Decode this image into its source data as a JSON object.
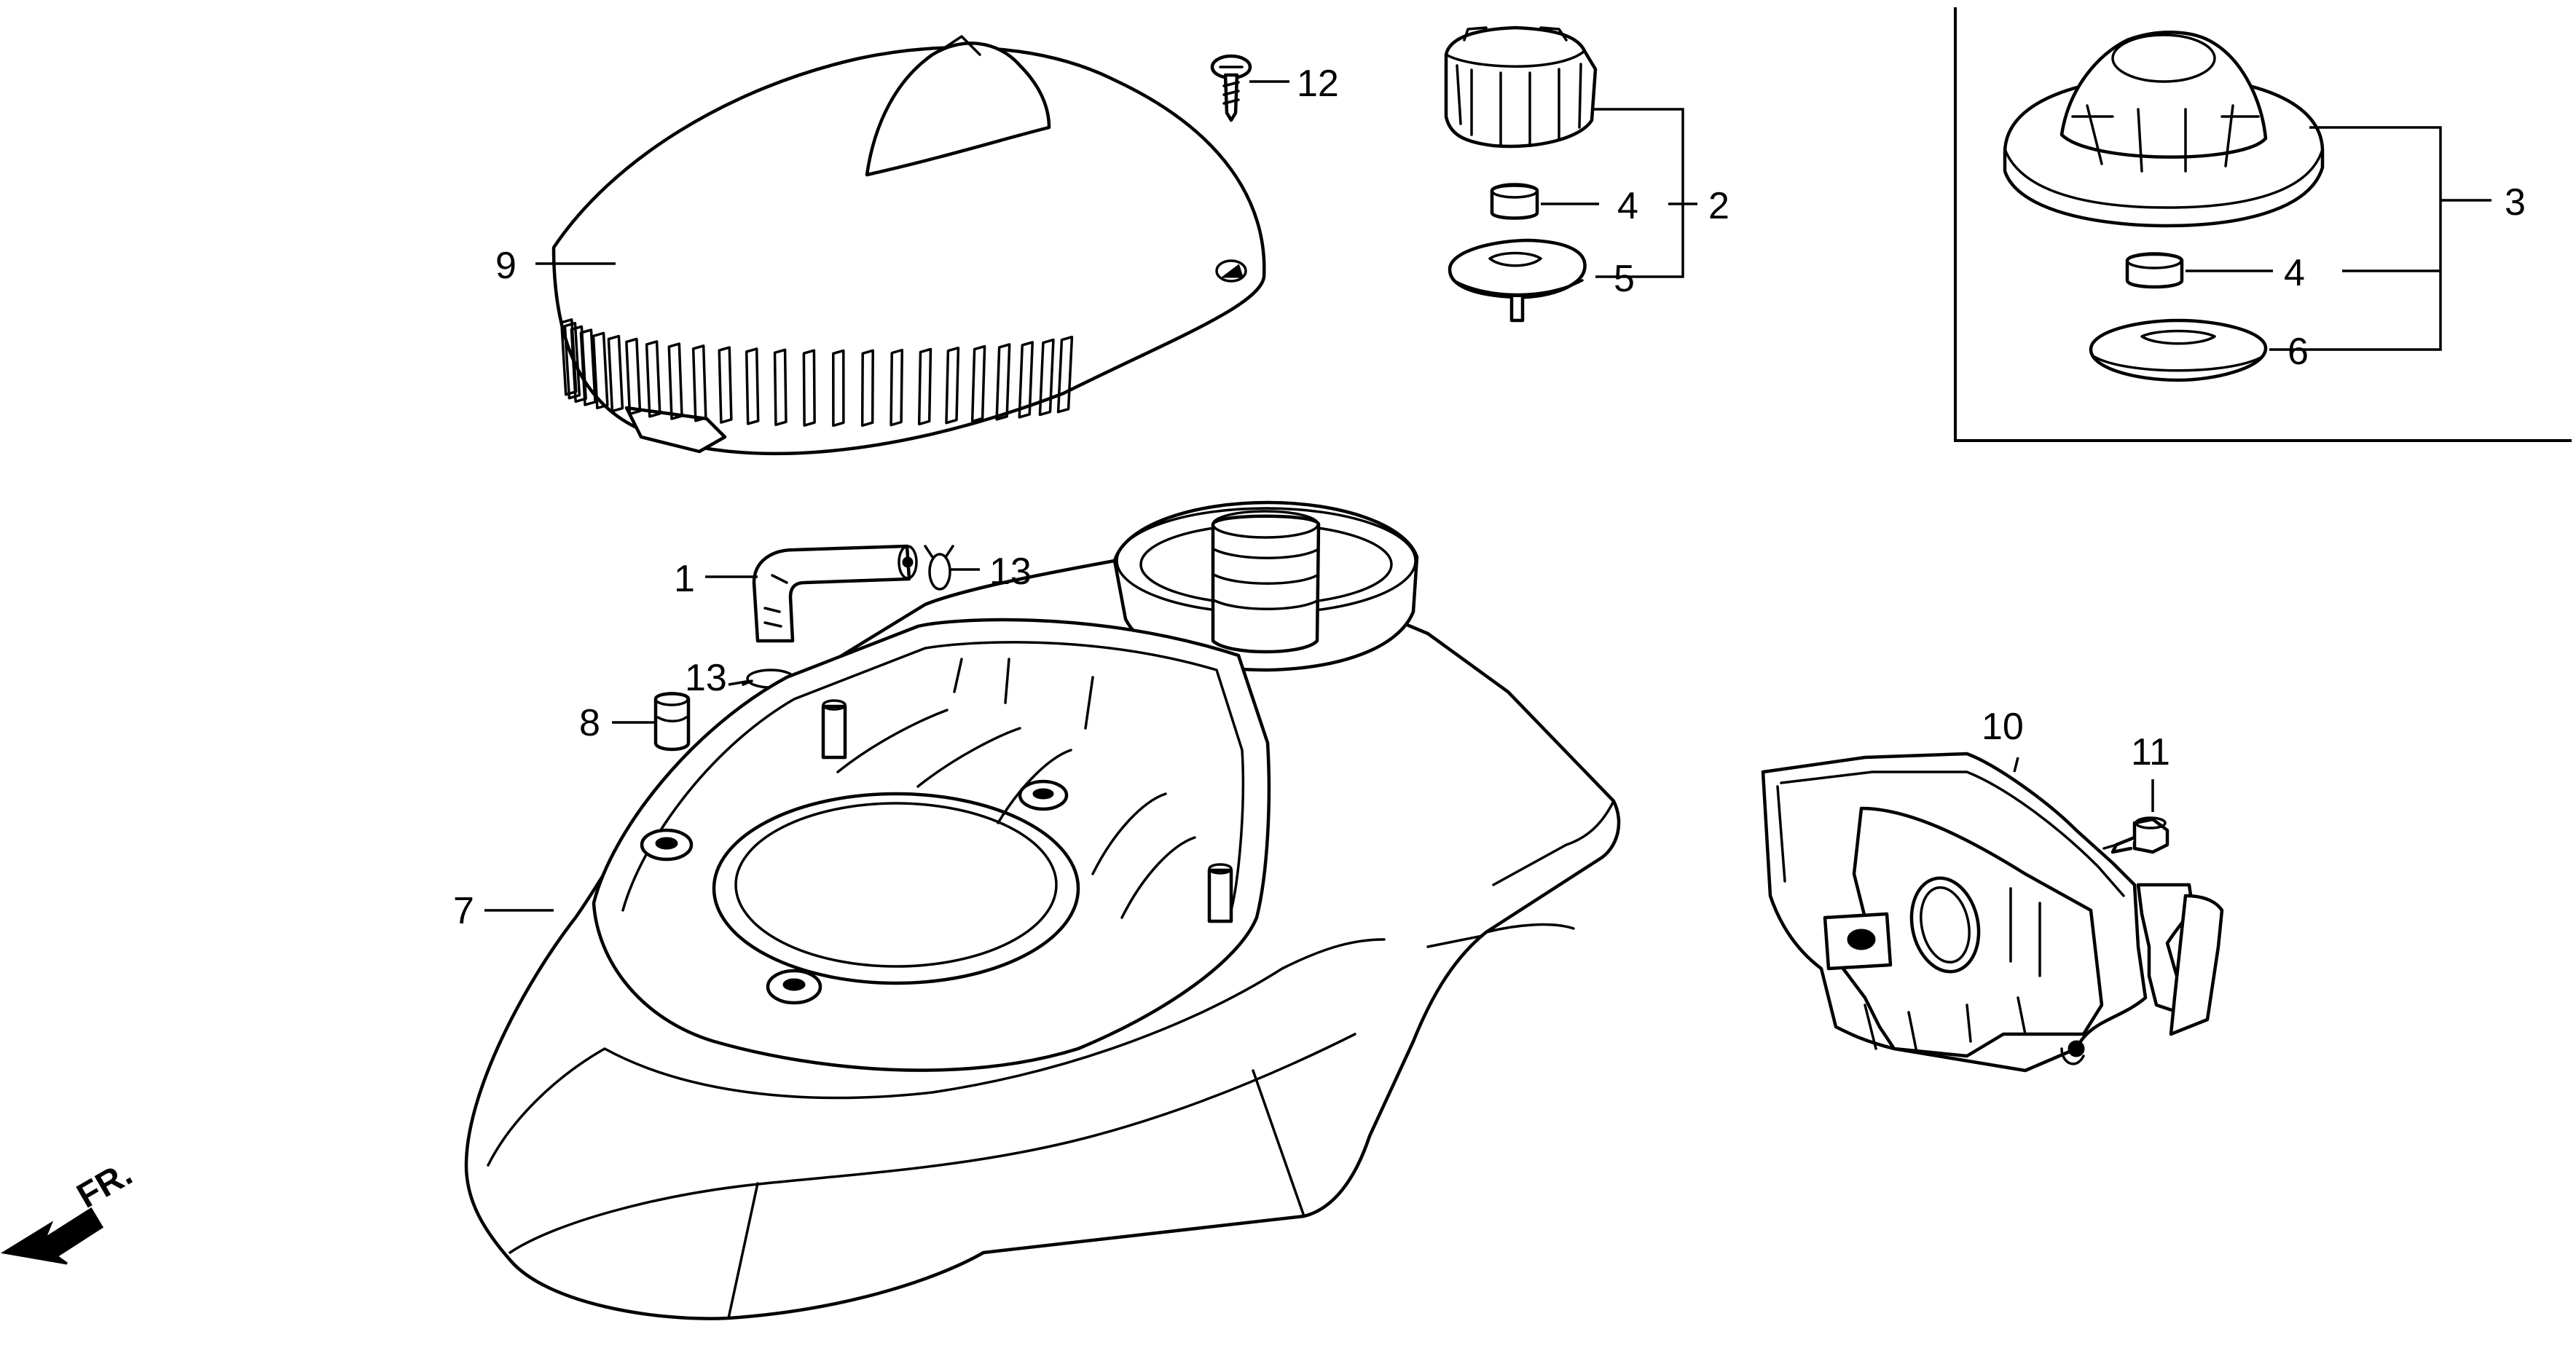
{
  "callouts": {
    "c1": "1",
    "c2": "2",
    "c3": "3",
    "c4a": "4",
    "c4b": "4",
    "c5": "5",
    "c6": "6",
    "c7": "7",
    "c8": "8",
    "c9": "9",
    "c10": "10",
    "c11": "11",
    "c12": "12",
    "c13a": "13",
    "c13b": "13"
  },
  "direction_label": "FR."
}
